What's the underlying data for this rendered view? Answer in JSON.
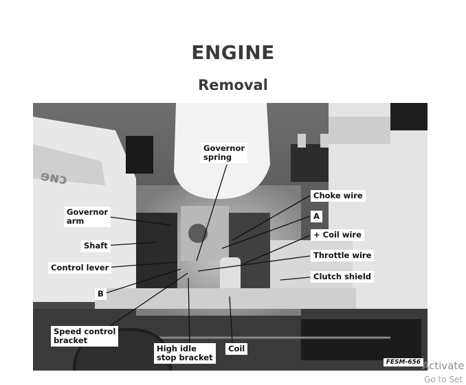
{
  "header": {
    "title": "ENGINE",
    "subtitle": "Removal"
  },
  "figure": {
    "figure_id": "FESM-656",
    "labels": {
      "governor_spring": "Governor\nspring",
      "choke_wire": "Choke wire",
      "a": "A",
      "coil_wire": "+ Coil wire",
      "throttle_wire": "Throttle wire",
      "clutch_shield": "Clutch shield",
      "governor_arm": "Governor\narm",
      "shaft": "Shaft",
      "control_lever": "Control lever",
      "b": "B",
      "speed_control_bracket": "Speed control\nbracket",
      "high_idle_stop_bracket": "High idle\nstop bracket",
      "coil": "Coil"
    }
  },
  "overlay": {
    "activation_text": "Activate",
    "activation_subtext": "Go to Set"
  }
}
